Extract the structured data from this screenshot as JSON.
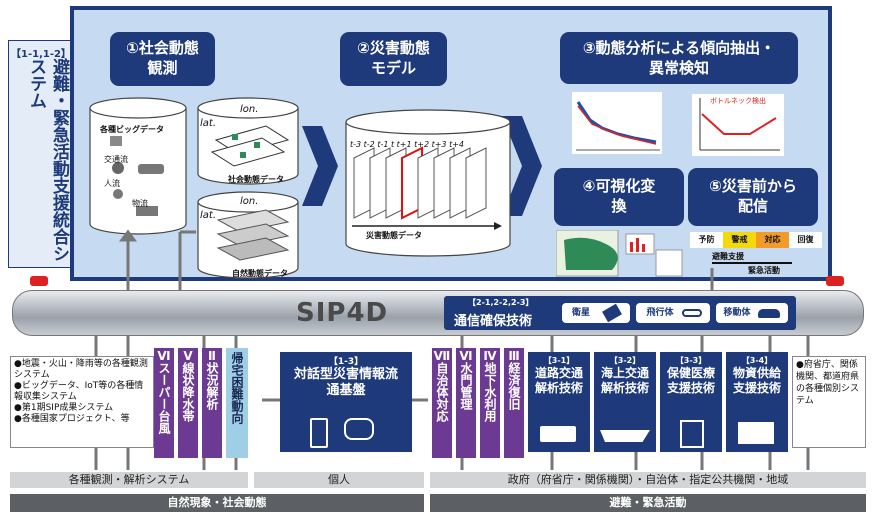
{
  "system": {
    "ref": "【1-1,1-2】",
    "name": "避難・緊急活動支援統合システム"
  },
  "steps": {
    "s1": "①社会動態観測",
    "s2": "②災害動態モデル",
    "s3": "③動態分析による傾向抽出・異常検知",
    "s4": "④可視化変換",
    "s5": "⑤災害前から配信"
  },
  "cyl_social": {
    "bigdata": "各種ビッグデータ",
    "traffic": "交通流",
    "people": "人流",
    "logistics": "物流",
    "out_social": "社会動態データ",
    "out_nature": "自然動態データ"
  },
  "axes": {
    "lat": "lat.",
    "lon": "lon."
  },
  "model": {
    "time_labels": "t-3 t-2 t-1 t t+1 t+2 t+3 t+4",
    "out": "災害動態データ"
  },
  "chart_label": "ボトルネック検出",
  "phases": [
    "予防",
    "警戒",
    "対応",
    "回復"
  ],
  "support": {
    "evac": "避難支援",
    "emergency": "緊急活動"
  },
  "sip4d": {
    "logo": "SIP4D"
  },
  "comm": {
    "ref": "【2-1,2-2,2-3】",
    "title": "通信確保技術",
    "satellite": "衛星",
    "flyer": "飛行体",
    "mobile": "移動体"
  },
  "left_list": [
    "●地震・火山・降雨等の各種観測システム",
    "●ビッグデータ、IoT等の各種情報収集システム",
    "●第1期SIP成果システム",
    "●各種国家プロジェクト、等"
  ],
  "left_vboxes": [
    {
      "num": "Ⅵ",
      "text": "スーパー台風"
    },
    {
      "num": "Ⅴ",
      "text": "線状降水帯"
    },
    {
      "num": "Ⅱ",
      "text": "状況解析"
    },
    {
      "num": "",
      "text": "帰宅困難動向"
    }
  ],
  "center": {
    "ref": "【1-3】",
    "title": "対話型災害情報流通基盤"
  },
  "mid_vboxes": [
    {
      "num": "Ⅶ",
      "text": "自治体対応"
    },
    {
      "num": "Ⅵ",
      "text": "水門管理"
    },
    {
      "num": "Ⅳ",
      "text": "地下水利用"
    },
    {
      "num": "Ⅲ",
      "text": "経済復旧"
    }
  ],
  "tech": [
    {
      "ref": "【3-1】",
      "title": "道路交通解析技術"
    },
    {
      "ref": "【3-2】",
      "title": "海上交通解析技術"
    },
    {
      "ref": "【3-3】",
      "title": "保健医療支援技術"
    },
    {
      "ref": "【3-4】",
      "title": "物資供給支援技術"
    }
  ],
  "right_list": [
    "●府省庁、関係機関、都道府県の各種個別システム"
  ],
  "bars": {
    "row1": [
      "各種観測・解析システム",
      "個人",
      "政府（府省庁・関係機関）・自治体・指定公共機関・地域"
    ],
    "row2": [
      "自然現象・社会動態",
      "避難・緊急活動"
    ]
  }
}
